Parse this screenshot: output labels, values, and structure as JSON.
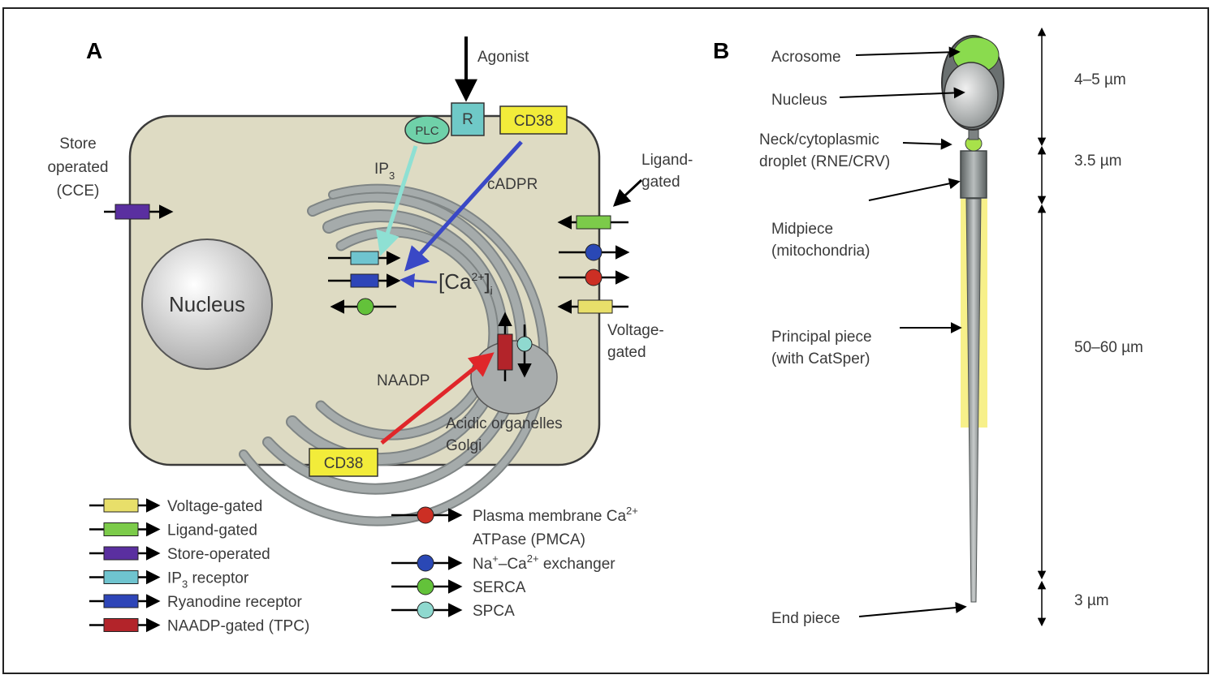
{
  "panels": {
    "a": {
      "letter": "A",
      "agonist": "Agonist",
      "receptor": "R",
      "plc": "PLC",
      "cd38_top": "CD38",
      "cd38_bottom": "CD38",
      "store_operated": [
        "Store",
        "operated",
        "(CCE)"
      ],
      "ip3": "IP",
      "ip3_sub": "3",
      "cadpr": "cADPR",
      "ligand_gated": [
        "Ligand-",
        "gated"
      ],
      "voltage_gated": [
        "Voltage-",
        "gated"
      ],
      "ca_label": "[Ca",
      "ca_sup": "2+",
      "ca_close": "]",
      "ca_sub": "i",
      "naadp": "NAADP",
      "nucleus": "Nucleus",
      "organelles": [
        "Acidic organelles",
        "Golgi"
      ]
    },
    "b": {
      "letter": "B",
      "acrosome": "Acrosome",
      "nucleus": "Nucleus",
      "neck": [
        "Neck/cytoplasmic",
        "droplet (RNE/CRV)"
      ],
      "midpiece": [
        "Midpiece",
        "(mitochondria)"
      ],
      "principal": [
        "Principal piece",
        "(with CatSper)"
      ],
      "end_piece": "End piece",
      "dims": [
        "4–5 µm",
        "3.5 µm",
        "50–60 µm",
        "3 µm"
      ]
    }
  },
  "legend_channels": [
    {
      "label": "Voltage-gated",
      "color": "#e8df6a"
    },
    {
      "label": "Ligand-gated",
      "color": "#7ccb4a"
    },
    {
      "label": "Store-operated",
      "color": "#5a2fa0"
    },
    {
      "label": "IP",
      "sub": "3",
      "rest": " receptor",
      "color": "#6fc4cf"
    },
    {
      "label": "Ryanodine receptor",
      "color": "#2e45b8"
    },
    {
      "label": "NAADP-gated (TPC)",
      "color": "#b3242a"
    }
  ],
  "legend_pumps": [
    {
      "lines": [
        {
          "text": "Plasma membrane Ca",
          "sup": "2+"
        },
        {
          "text": "ATPase (PMCA)"
        }
      ],
      "color": "#cc2f24"
    },
    {
      "lines": [
        {
          "text": "Na",
          "sup": "+",
          "mid": "–Ca",
          "sup2": "2+",
          "rest": " exchanger"
        }
      ],
      "color": "#2a48b5"
    },
    {
      "lines": [
        {
          "text": "SERCA"
        }
      ],
      "color": "#63c23a"
    },
    {
      "lines": [
        {
          "text": "SPCA"
        }
      ],
      "color": "#8fd9cf"
    }
  ],
  "colors": {
    "cell_fill": "#dedbc3",
    "cd38_fill": "#f2ec3a",
    "receptor_fill": "#6fc9c7",
    "ip3_arrow": "#8ee0d3",
    "cadpr_arrow": "#3a48c6",
    "naadp_arrow": "#e0262a",
    "tail_highlight": "#f7f08a"
  }
}
